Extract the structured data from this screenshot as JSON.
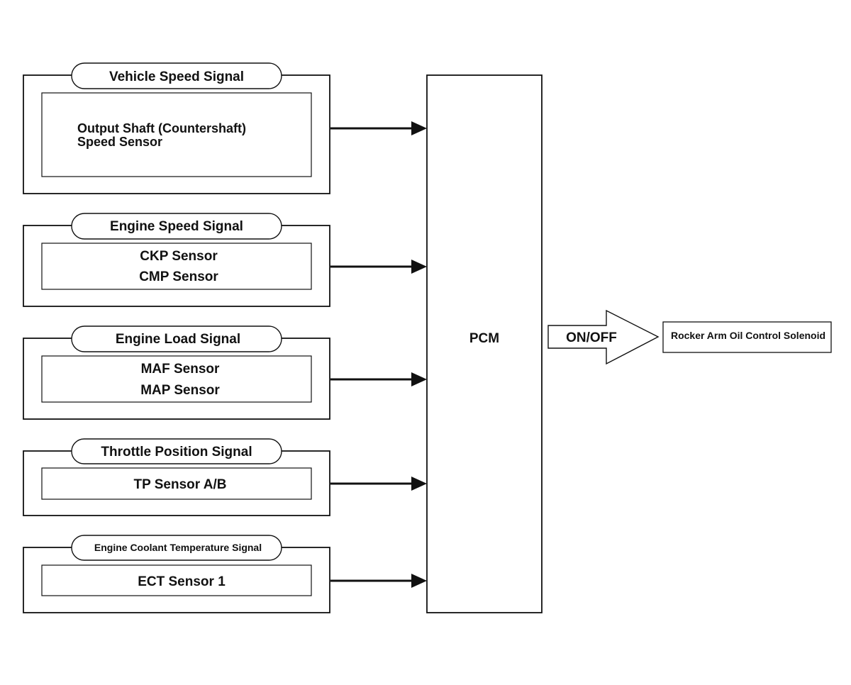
{
  "signal_groups": [
    {
      "title": "Vehicle Speed Signal",
      "sensors": [
        "Output Shaft (Countershaft)",
        "Speed Sensor"
      ]
    },
    {
      "title": "Engine Speed Signal",
      "sensors": [
        "CKP Sensor",
        "CMP Sensor"
      ]
    },
    {
      "title": "Engine Load Signal",
      "sensors": [
        "MAF Sensor",
        "MAP Sensor"
      ]
    },
    {
      "title": "Throttle Position Signal",
      "sensors": [
        "TP Sensor A/B"
      ]
    },
    {
      "title": "Engine Coolant Temperature Signal",
      "sensors": [
        "ECT Sensor 1"
      ]
    }
  ],
  "controller": {
    "label": "PCM"
  },
  "output": {
    "signal_label": "ON/OFF",
    "actuator_label": "Rocker Arm Oil Control Solenoid"
  },
  "colors": {
    "line": "#111111",
    "background": "#ffffff"
  }
}
